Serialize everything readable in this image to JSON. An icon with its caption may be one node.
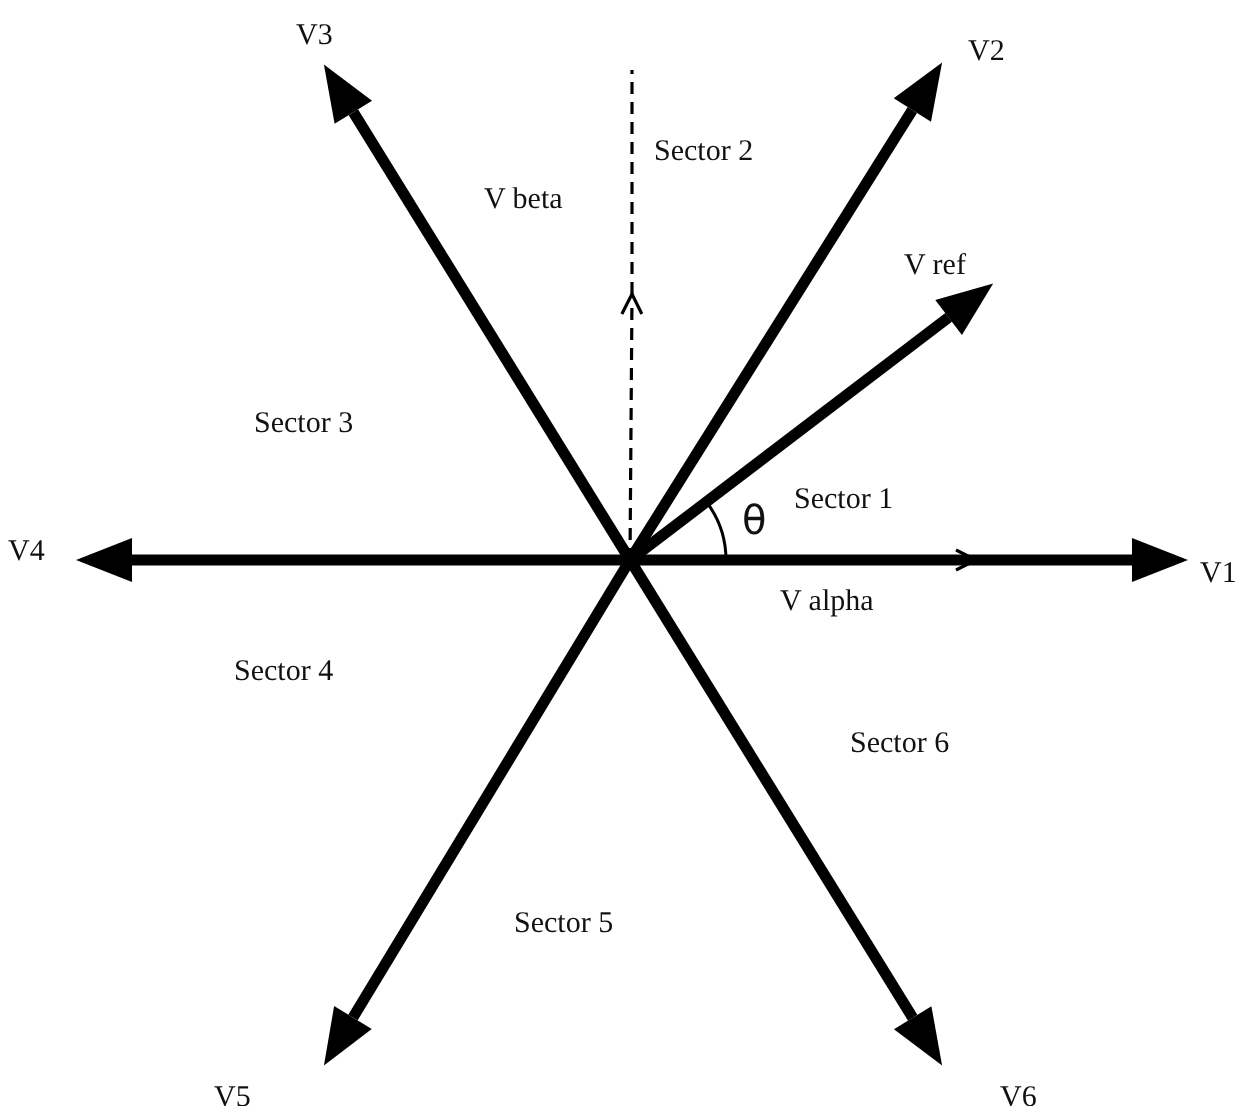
{
  "diagram": {
    "nodes": [
      {
        "text": [
          "V3"
        ]
      },
      {
        "text": [
          "V2"
        ]
      },
      {
        "text": [
          "V beta"
        ]
      },
      {
        "text": [
          "V ref"
        ]
      },
      {
        "text": [
          "V4"
        ]
      },
      {
        "text": [
          "V1"
        ]
      },
      {
        "text": [
          "V alpha"
        ]
      },
      {
        "text": [
          "V5"
        ]
      },
      {
        "text": [
          "V6"
        ]
      }
    ],
    "edges": [
      {
        "from": null,
        "to": 5,
        "arrow": "to"
      },
      {
        "from": null,
        "to": 1,
        "arrow": "to"
      },
      {
        "from": null,
        "to": 0,
        "arrow": "to"
      },
      {
        "from": null,
        "to": 4,
        "arrow": "to"
      },
      {
        "from": null,
        "to": 7,
        "arrow": "to"
      },
      {
        "from": null,
        "to": 8,
        "arrow": "to"
      },
      {
        "from": null,
        "to": 3,
        "arrow": "to"
      },
      {
        "from": null,
        "to": 6,
        "arrow": "to",
        "style": "dashed"
      },
      {
        "from": null,
        "to": 2,
        "arrow": "to",
        "style": "dashed"
      }
    ],
    "labels": [
      "Sector 2",
      "Sector 3",
      "Sector 1",
      "θ",
      "Sector 4",
      "Sector 6",
      "Sector 5"
    ]
  }
}
